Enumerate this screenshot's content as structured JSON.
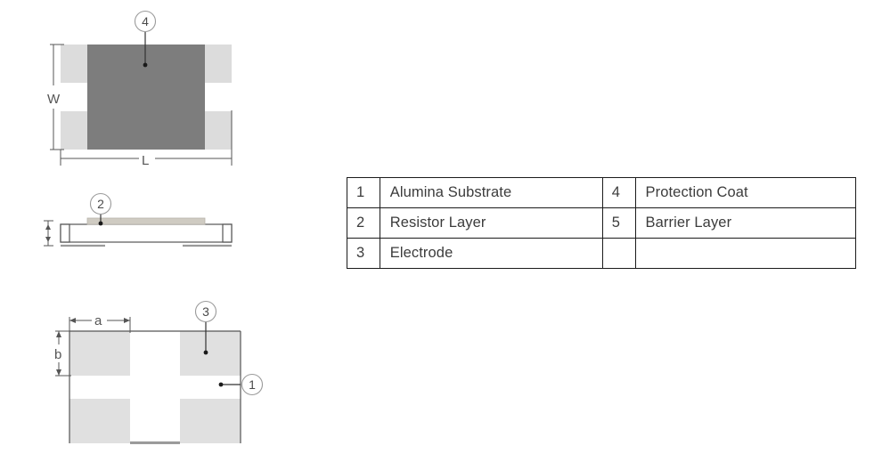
{
  "legend": {
    "rows": [
      {
        "left_num": "1",
        "left_label": "Alumina Substrate",
        "right_num": "4",
        "right_label": "Protection Coat"
      },
      {
        "left_num": "2",
        "left_label": "Resistor Layer",
        "right_num": "5",
        "right_label": "Barrier Layer"
      },
      {
        "left_num": "3",
        "left_label": "Electrode",
        "right_num": "",
        "right_label": ""
      }
    ]
  },
  "views": {
    "top": {
      "callout": "4",
      "dim_width_label": "W",
      "dim_length_label": "L"
    },
    "side": {
      "callout": "2"
    },
    "bottom": {
      "callout_electrode": "3",
      "callout_substrate": "1",
      "dim_a_label": "a",
      "dim_b_label": "b"
    }
  },
  "colors": {
    "electrode_light": "#dcdcdc",
    "protection_coat": "#7d7d7d",
    "bottom_pad": "#e0e0e0",
    "resistor_layer": "#cfcbc2",
    "outline": "#555555",
    "table_border": "#1b1b1b",
    "text": "#3c3c3c",
    "background": "#ffffff"
  }
}
